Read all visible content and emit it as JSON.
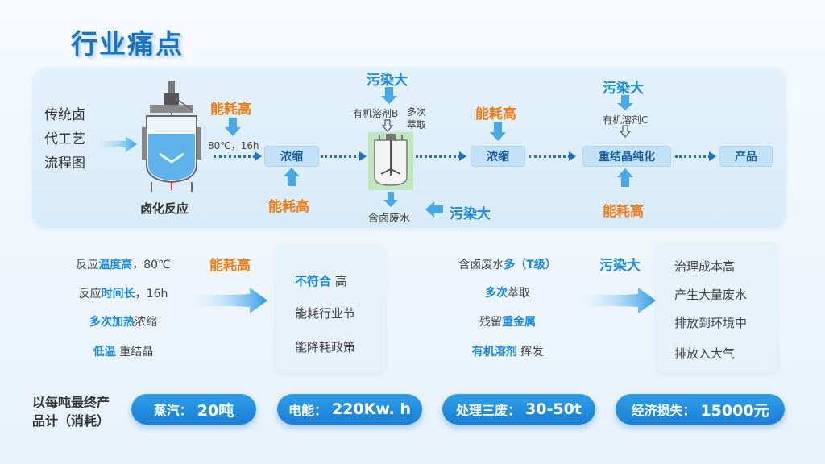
{
  "title": "行业痛点",
  "process": {
    "traditional_label": [
      "传统卤",
      "代工艺",
      "流程图"
    ],
    "reactor_label": "卤化反应",
    "condition": "80℃，16h",
    "steps": {
      "concentrate1": "浓缩",
      "concentrate2": "浓缩",
      "recrystallize": "重结晶纯化",
      "product": "产品"
    },
    "solvent_b": "有机溶剂B",
    "multi_extract": [
      "多次",
      "萃取"
    ],
    "halogen_wastewater": "含卤废水",
    "solvent_c": "有机溶剂C",
    "energy_high": "能耗高",
    "pollution_high": "污染大"
  },
  "analysis": {
    "left": {
      "rows": [
        {
          "a": "反应",
          "b": "温度高",
          "c": "，80℃"
        },
        {
          "a": "反应",
          "b": "时间长",
          "c": "，16h"
        },
        {
          "a": "",
          "b": "多次加热",
          "c": "浓缩"
        },
        {
          "a": "",
          "b": "低温",
          "c": " 重结晶"
        }
      ],
      "tag": "能耗高",
      "card": {
        "l1a": "不符合",
        "l1b": " 高",
        "l2": "能耗行业节",
        "l3": "能降耗政策"
      }
    },
    "right": {
      "rows": [
        {
          "a": "含卤废水",
          "b": "多（T级）",
          "c": ""
        },
        {
          "a": "",
          "b": "多次",
          "c": "萃取"
        },
        {
          "a": "残留",
          "b": "重金属",
          "c": ""
        },
        {
          "a": "",
          "b": "有机溶剂",
          "c": " 挥发"
        }
      ],
      "tag": "污染大",
      "card": [
        "治理成本高",
        "产生大量废水",
        "排放到环境中",
        "排放入大气"
      ]
    }
  },
  "bottom": {
    "label": [
      "以每吨最终产",
      "品计（消耗）"
    ],
    "pills": [
      {
        "label": "蒸汽：",
        "value": "20吨"
      },
      {
        "label": "电能：",
        "value": "220Kw. h"
      },
      {
        "label": "处理三废：",
        "value": "30-50t"
      },
      {
        "label": "经济损失：",
        "value": "15000元"
      }
    ]
  },
  "colors": {
    "accent_blue": "#1a8ad9",
    "accent_orange": "#ee7d16",
    "panel": "#dcecf8"
  }
}
